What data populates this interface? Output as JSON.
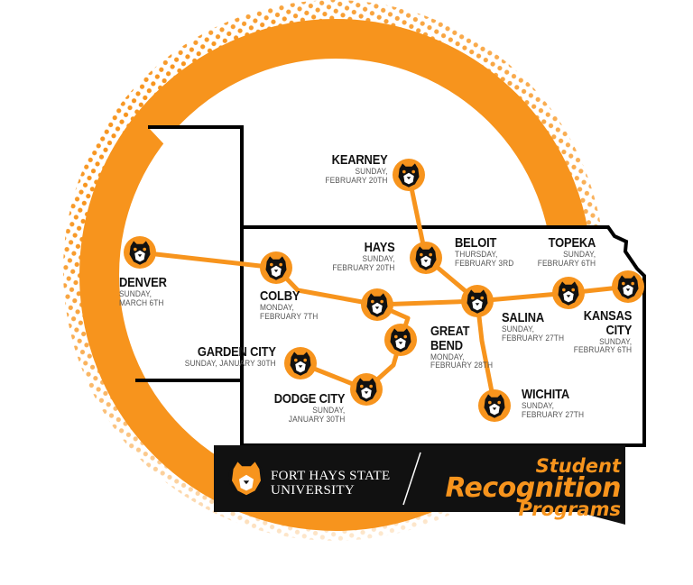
{
  "colors": {
    "accent": "#f7941d",
    "outline": "#000000",
    "text": "#111111",
    "subtext": "#555555",
    "banner": "#111111"
  },
  "icons": {
    "marker": "tiger-head-icon",
    "logo": "tiger-head-logo-icon"
  },
  "locations": [
    {
      "id": "kearney",
      "name": "KEARNEY",
      "date_line1": "SUNDAY,",
      "date_line2": "FEBRUARY 20TH"
    },
    {
      "id": "hays",
      "name": "HAYS",
      "date_line1": "SUNDAY,",
      "date_line2": "FEBRUARY 20TH"
    },
    {
      "id": "beloit",
      "name": "BELOIT",
      "date_line1": "THURSDAY,",
      "date_line2": "FEBRUARY 3RD"
    },
    {
      "id": "topeka",
      "name": "TOPEKA",
      "date_line1": "SUNDAY,",
      "date_line2": "FEBRUARY 6TH"
    },
    {
      "id": "denver",
      "name": "DENVER",
      "date_line1": "SUNDAY,",
      "date_line2": "MARCH 6TH"
    },
    {
      "id": "colby",
      "name": "COLBY",
      "date_line1": "MONDAY,",
      "date_line2": "FEBRUARY 7TH"
    },
    {
      "id": "salina",
      "name": "SALINA",
      "date_line1": "SUNDAY,",
      "date_line2": "FEBRUARY 27TH"
    },
    {
      "id": "kansas_city",
      "name_line1": "KANSAS",
      "name_line2": "CITY",
      "date_line1": "SUNDAY,",
      "date_line2": "FEBRUARY 6TH"
    },
    {
      "id": "great_bend",
      "name_line1": "GREAT",
      "name_line2": "BEND",
      "date_line1": "MONDAY,",
      "date_line2": "FEBRUARY 28TH"
    },
    {
      "id": "garden_city",
      "name": "GARDEN CITY",
      "date": "SUNDAY, JANUARY 30TH"
    },
    {
      "id": "dodge_city",
      "name": "DODGE CITY",
      "date_line1": "SUNDAY,",
      "date_line2": "JANUARY 30TH"
    },
    {
      "id": "wichita",
      "name": "WICHITA",
      "date_line1": "SUNDAY,",
      "date_line2": "FEBRUARY 27TH"
    }
  ],
  "banner": {
    "org_line1": "FORT HAYS STATE",
    "org_line2": "UNIVERSITY",
    "title_line1": "Student",
    "title_line2": "Recognition",
    "title_line3": "Programs"
  }
}
